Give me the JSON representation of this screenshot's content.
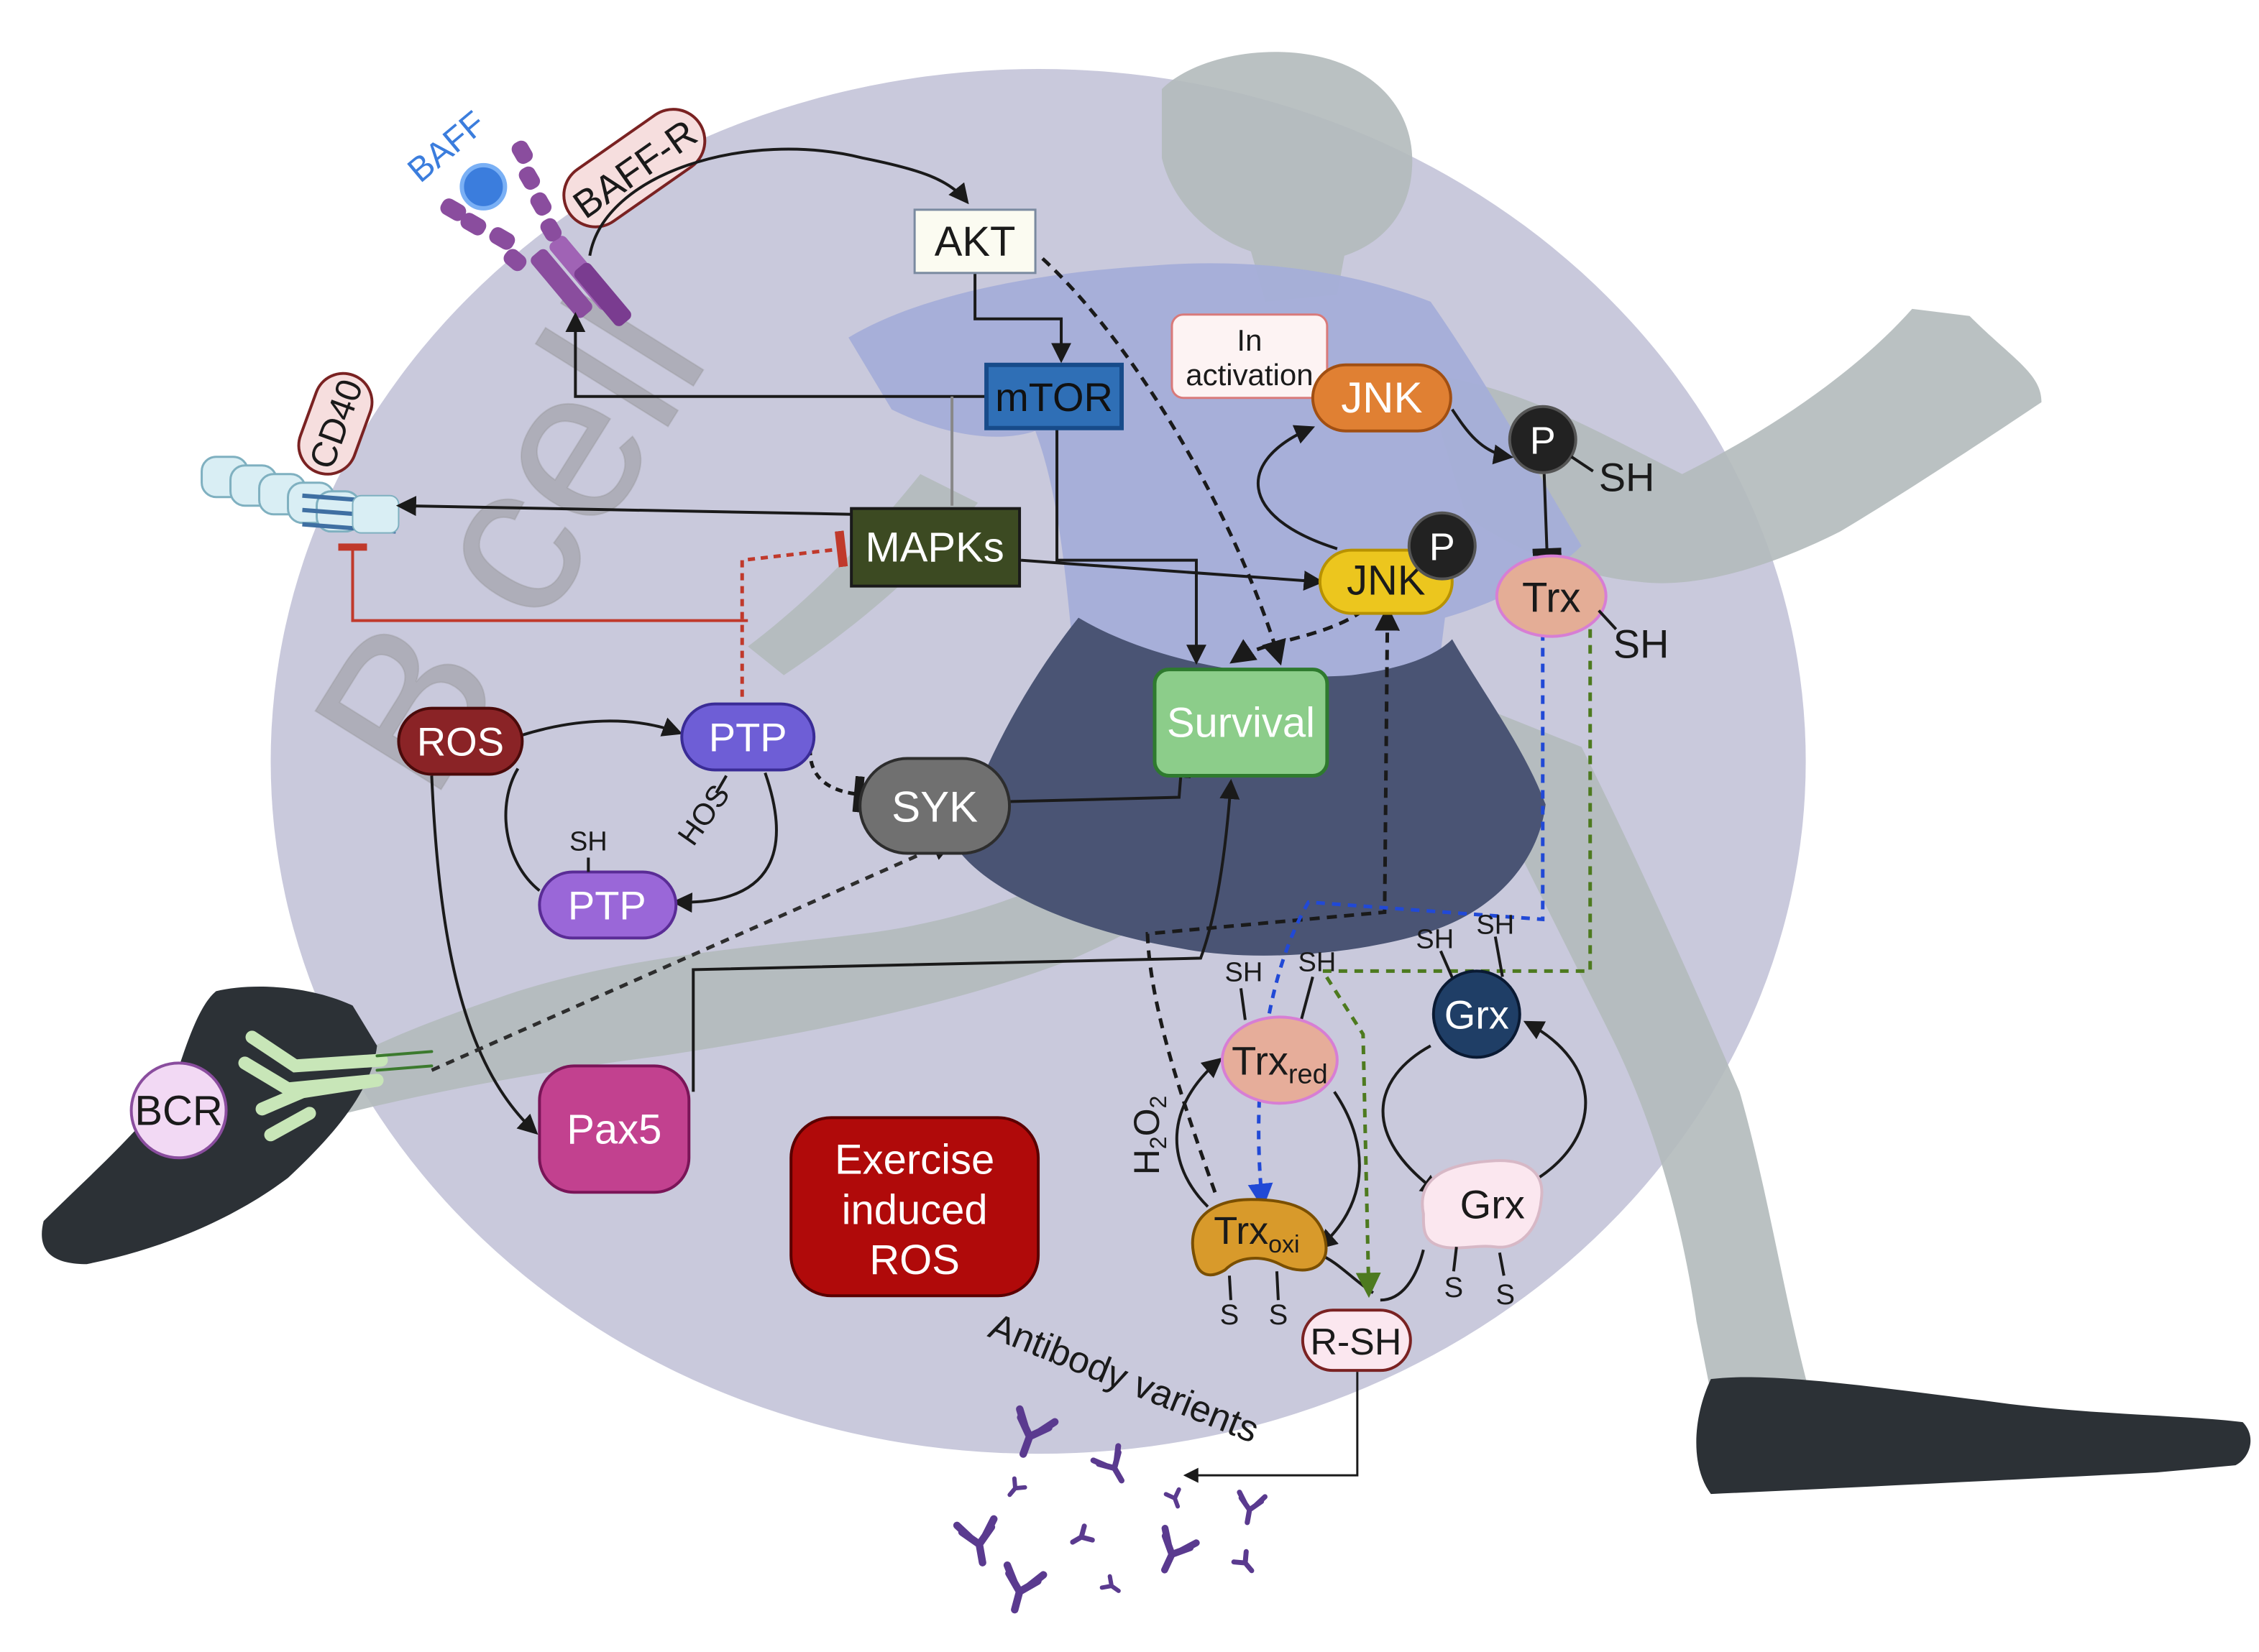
{
  "labels": {
    "baff": "BAFF",
    "baff_r": "BAFF-R",
    "cd40": "CD40",
    "akt": "AKT",
    "mtor": "mTOR",
    "in_activation_line1": "In",
    "in_activation_line2": "activation",
    "jnk": "JNK",
    "jnk_p": "JNK",
    "p_top": "P",
    "p_jnk": "P",
    "sh_top": "SH",
    "trx": "Trx",
    "sh_trx": "SH",
    "mapks": "MAPKs",
    "survival": "Survival",
    "ros": "ROS",
    "ptp_top": "PTP",
    "ptp_bottom": "PTP",
    "sh_ptp": "SH",
    "hos": "HOS",
    "syk": "SYK",
    "bcr": "BCR",
    "pax5": "Pax5",
    "exercise_line1": "Exercise",
    "exercise_line2": "induced",
    "exercise_line3": "ROS",
    "trx_red_main": "Trx",
    "trx_red_sub": "red",
    "trx_oxi_main": "Trx",
    "trx_oxi_sub": "oxi",
    "grx_top": "Grx",
    "grx_bottom": "Grx",
    "sh_trxred": "SH",
    "sh_mid": "SH",
    "sh_grx_left": "SH",
    "sh_grx_right": "SH",
    "h2o2_h": "H",
    "h2o2_2a": "2",
    "h2o2_o": "O",
    "h2o2_2b": "2",
    "s1": "S",
    "s2": "S",
    "s3": "S",
    "s4": "S",
    "r_sh": "R-SH",
    "antibody": "Antibody varients",
    "cell_watermark": "B cell"
  },
  "colors": {
    "cell": "#c9c9dc",
    "runner": "#b8bfc0",
    "shirt": "#a9b0d8",
    "shorts": "#4a5474",
    "shoe": "#2c3136",
    "akt_fill": "#fbfbf1",
    "mtor_fill": "#2f6fb6",
    "mapks_fill": "#3c4a22",
    "jnk_fill": "#e08033",
    "jnkp_fill": "#ecc61e",
    "p_fill": "#222222",
    "trx_fill": "#e4ad96",
    "survival_fill": "#8ccd8a",
    "ros_fill": "#8a2326",
    "ptp_top_fill": "#6e5ed6",
    "ptp_bottom_fill": "#9a67d8",
    "syk_fill": "#707070",
    "bcr_fill": "#f2d9f4",
    "pax5_fill": "#c2418f",
    "exercise_fill": "#b00a0a",
    "trxred_fill": "#e6ad9a",
    "trxoxi_fill": "#d89a2b",
    "grx_top_fill": "#1f3e66",
    "grx_bottom_fill": "#fbe7ef",
    "rsh_fill": "#fbe7ef",
    "baff_fill": "#3b7ddd",
    "receptor": "#8a4d9e",
    "cd40_receptor": "#d8ecf2",
    "antibody": "#5a3a8f"
  }
}
